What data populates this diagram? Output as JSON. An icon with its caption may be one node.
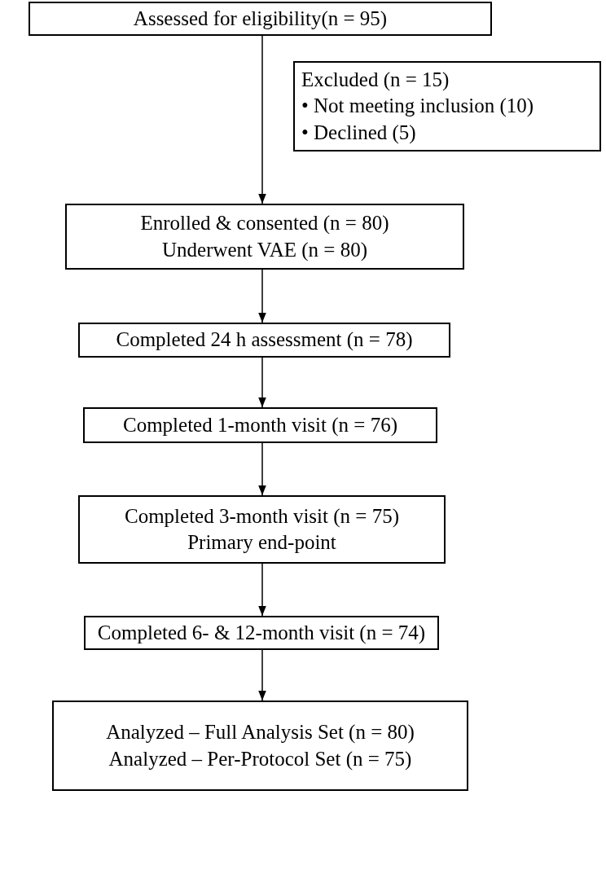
{
  "diagram": {
    "nodes": [
      {
        "text": [
          "Assessed for eligibility(n = 95)"
        ]
      },
      {
        "text": [
          "Excluded (n = 15)",
          "• Not meeting inclusion (10)",
          "• Declined (5)"
        ]
      },
      {
        "text": [
          "Enrolled & consented (n = 80)",
          "Underwent VAE (n = 80)"
        ]
      },
      {
        "text": [
          "Completed 24 h assessment (n = 78)"
        ]
      },
      {
        "text": [
          "Completed 1-month visit (n = 76)"
        ]
      },
      {
        "text": [
          "Completed 3-month visit (n = 75)",
          "Primary end-point"
        ]
      },
      {
        "text": [
          "Completed 6- & 12-month visit (n = 74)"
        ]
      },
      {
        "text": [
          "Analyzed – Full Analysis Set (n = 80)",
          "Analyzed – Per-Protocol Set (n = 75)"
        ]
      }
    ],
    "edges": [
      {
        "from": 0,
        "to": 2,
        "arrow": "to"
      },
      {
        "from": 2,
        "to": 3,
        "arrow": "to"
      },
      {
        "from": 3,
        "to": 4,
        "arrow": "to"
      },
      {
        "from": 4,
        "to": 5,
        "arrow": "to"
      },
      {
        "from": 5,
        "to": 6,
        "arrow": "to"
      },
      {
        "from": 6,
        "to": 7,
        "arrow": "to"
      }
    ]
  }
}
